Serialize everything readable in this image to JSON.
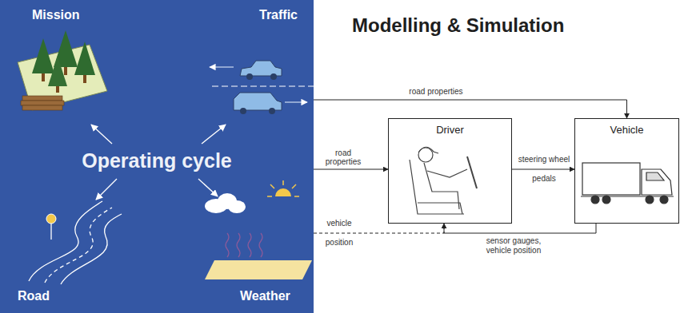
{
  "diagram": {
    "title": "Modelling & Simulation",
    "nodes": [
      {
        "text": [
          "Mission",
          "Traffic",
          "Operating cycle",
          "Road",
          "Weather"
        ]
      },
      {
        "text": [
          "Driver"
        ]
      },
      {
        "text": [
          "Vehicle"
        ]
      }
    ],
    "edges": [
      {
        "from": 0,
        "to": 2,
        "label": "road properties",
        "arrow": "to"
      },
      {
        "from": 0,
        "to": 1,
        "label": "road properties",
        "arrow": "to"
      },
      {
        "from": 1,
        "to": 2,
        "label": "steering wheel pedals",
        "arrow": "to"
      },
      {
        "from": 2,
        "to": 1,
        "label": "sensor gauges, vehicle position",
        "arrow": "to"
      },
      {
        "from": 0,
        "to": 1,
        "label": "vehicle position",
        "arrow": "none"
      }
    ]
  }
}
